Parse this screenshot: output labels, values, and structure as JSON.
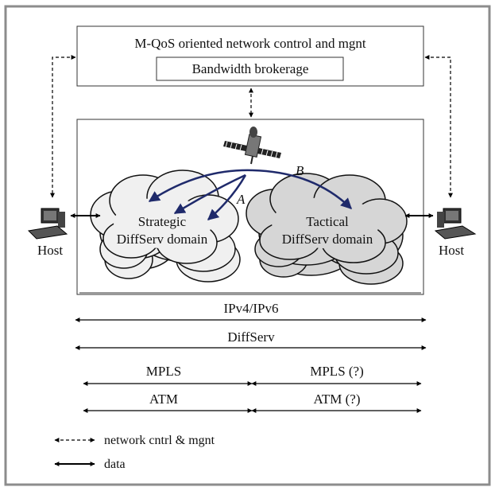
{
  "control_box": {
    "title": "M-QoS oriented network control and mgnt",
    "sub_label": "Bandwidth brokerage"
  },
  "domains": {
    "strategic": {
      "line1": "Strategic",
      "line2": "DiffServ domain"
    },
    "tactical": {
      "line1": "Tactical",
      "line2": "DiffServ domain"
    }
  },
  "hosts": {
    "left": "Host",
    "right": "Host"
  },
  "path_labels": {
    "a": "A",
    "b": "B"
  },
  "protocol_layers": {
    "ip": "IPv4/IPv6",
    "diffserv": "DiffServ",
    "mpls_left": "MPLS",
    "mpls_right": "MPLS (?)",
    "atm_left": "ATM",
    "atm_right": "ATM (?)"
  },
  "legend": {
    "control": "network cntrl & mgnt",
    "data": "data"
  },
  "colors": {
    "frame": "#8c8c8c",
    "path_arrows": "#1f2a6b",
    "strategic_cloud": "#f0f0f0",
    "tactical_cloud": "#d6d6d6"
  }
}
